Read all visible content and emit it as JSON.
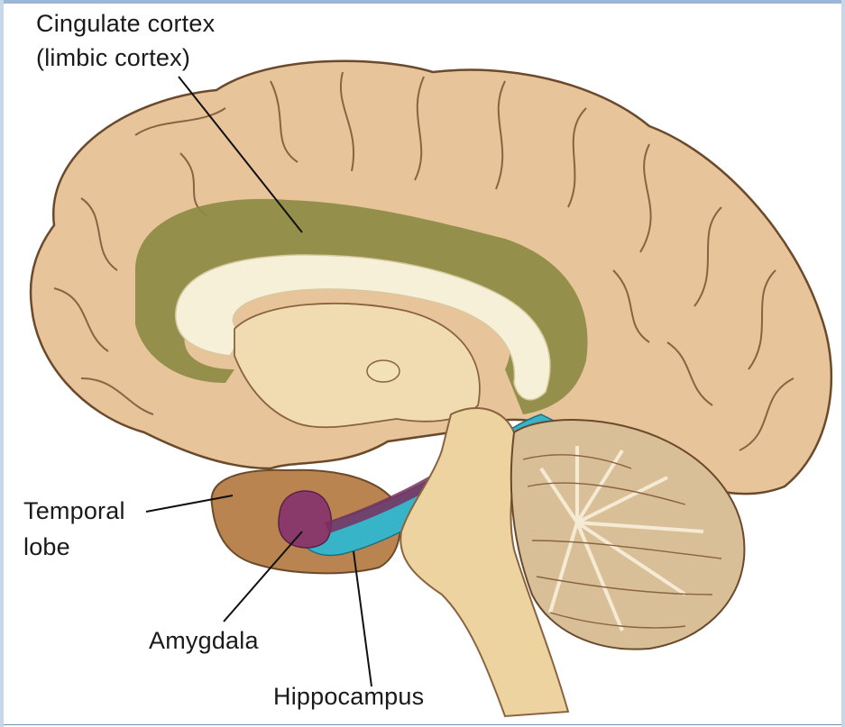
{
  "diagram": {
    "labels": {
      "cingulate_line1": "Cingulate cortex",
      "cingulate_line2": "(limbic cortex)",
      "temporal_line1": "Temporal",
      "temporal_line2": "lobe",
      "amygdala": "Amygdala",
      "hippocampus": "Hippocampus"
    },
    "colors": {
      "cortex": "#e8c49a",
      "cortex_shadow": "#c99b6e",
      "cingulate": "#8d8a45",
      "corpus_callosum": "#f7f0d8",
      "brainstem": "#ecd3a0",
      "cerebellum": "#d8bf98",
      "hippocampus": "#38b4c8",
      "amygdala": "#8a3a6a",
      "temporal": "#b98450",
      "outline": "#6b4a2c"
    }
  }
}
